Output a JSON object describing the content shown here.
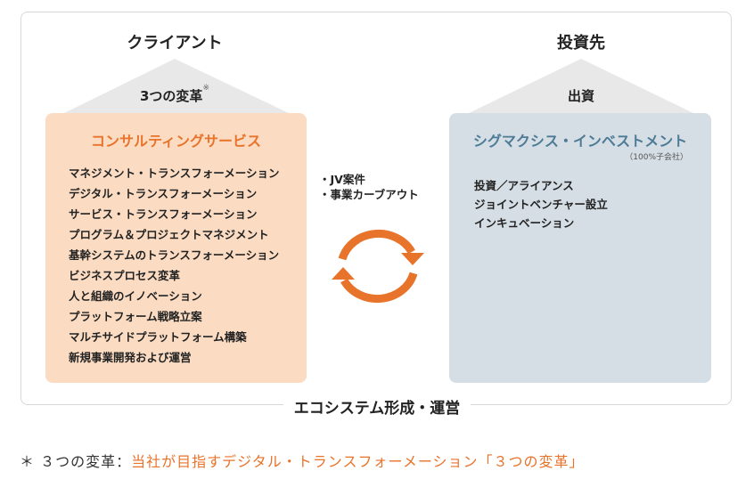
{
  "left": {
    "column_title": "クライアント",
    "roof_label": "3つの変革",
    "roof_mark": "※",
    "box_title": "コンサルティングサービス",
    "items": [
      "マネジメント・トランスフォーメーション",
      "デジタル・トランスフォーメーション",
      "サービス・トランスフォーメーション",
      "プログラム＆プロジェクトマネジメント",
      "基幹システムのトランスフォーメーション",
      "ビジネスプロセス変革",
      "人と組織のイノベーション",
      "プラットフォーム戦略立案",
      "マルチサイドプラットフォーム構築",
      "新規事業開発および運営"
    ]
  },
  "center": {
    "items": [
      "・JV案件",
      "・事業カーブアウト"
    ]
  },
  "right": {
    "column_title": "投資先",
    "roof_label": "出資",
    "box_title": "シグマクシス・インベストメント",
    "sub_note": "（100%子会社）",
    "items": [
      "投資／アライアンス",
      "ジョイントベンチャー設立",
      "インキュベーション"
    ]
  },
  "ecosystem_label": "エコシステム形成・運営",
  "footnote": {
    "prefix": "＊ ３つの変革：",
    "highlight": "当社が目指すデジタル・トランスフォーメーション「３つの変革」"
  },
  "colors": {
    "accent_orange": "#e8732a",
    "left_box": "#fbdcc3",
    "right_box": "#d5dee4",
    "roof": "#e8e8e8",
    "title_blue": "#4d7a96"
  },
  "icons": {
    "cycle": "circular-arrows-icon"
  }
}
